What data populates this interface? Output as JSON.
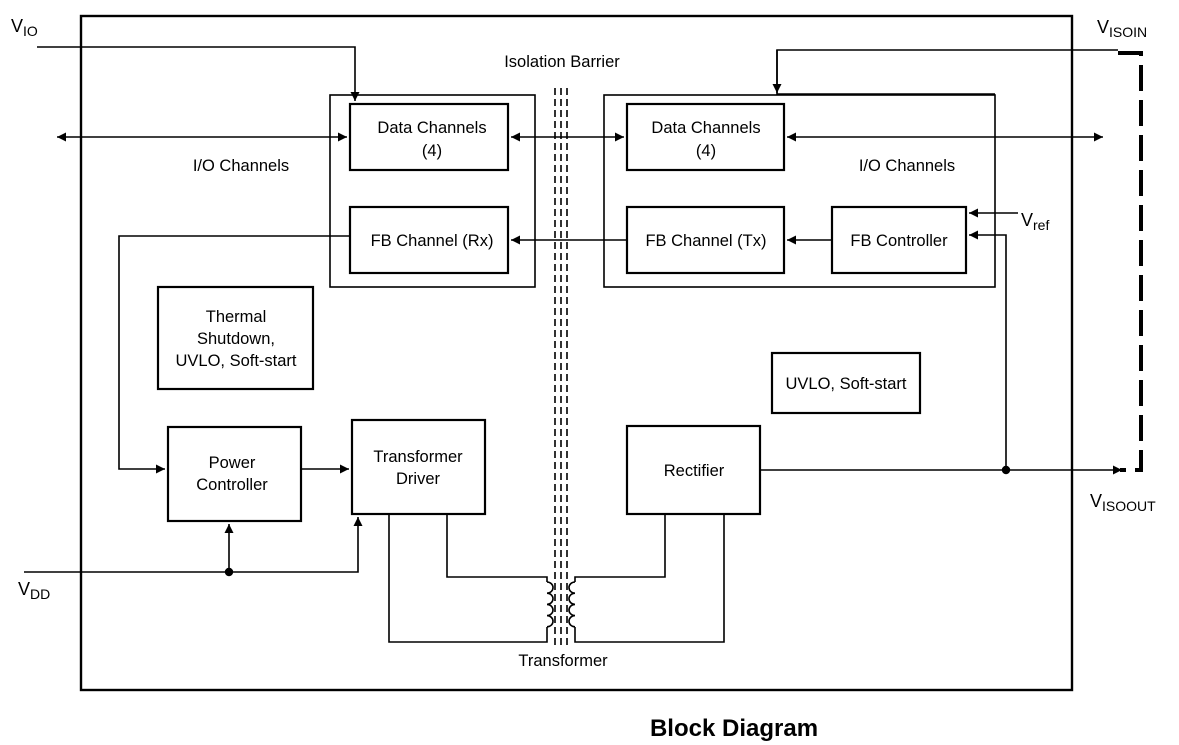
{
  "diagram": {
    "isolation_barrier_label": "Isolation Barrier",
    "transformer_label": "Transformer",
    "caption": "Block Diagram",
    "left": {
      "io_channels_label": "I/O Channels",
      "data_channels": [
        "Data Channels",
        "(4)"
      ],
      "fb_channel": "FB Channel (Rx)",
      "thermal": [
        "Thermal",
        "Shutdown,",
        "UVLO, Soft-start"
      ],
      "power_controller": [
        "Power",
        "Controller"
      ],
      "transformer_driver": [
        "Transformer",
        "Driver"
      ]
    },
    "right": {
      "io_channels_label": "I/O Channels",
      "data_channels": [
        "Data Channels",
        "(4)"
      ],
      "fb_channel": "FB Channel (Tx)",
      "fb_controller": "FB Controller",
      "uvlo": "UVLO, Soft-start",
      "rectifier": "Rectifier"
    },
    "pins": {
      "vio": {
        "main": "V",
        "sub": "IO"
      },
      "vdd": {
        "main": "V",
        "sub": "DD"
      },
      "visoin": {
        "main": "V",
        "sub": "ISOIN"
      },
      "visoout": {
        "main": "V",
        "sub": "ISOOUT"
      },
      "vref": {
        "main": "V",
        "sub": "ref"
      }
    }
  }
}
